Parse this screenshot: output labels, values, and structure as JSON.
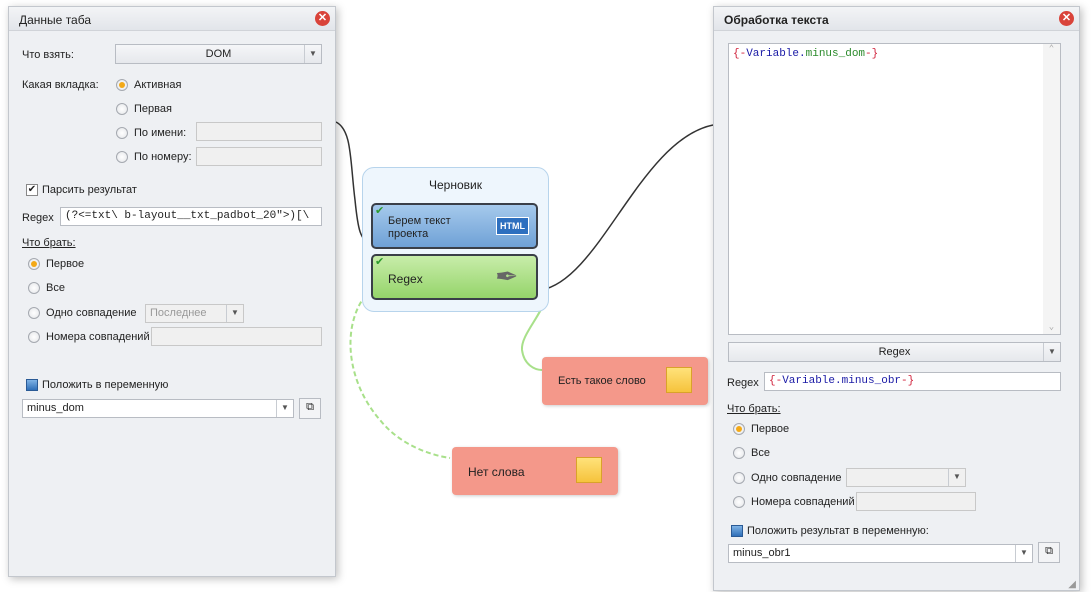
{
  "left_panel": {
    "title": "Данные таба",
    "what_take_label": "Что взять:",
    "what_take_value": "DOM",
    "which_tab_label": "Какая вкладка:",
    "tab_options": [
      "Активная",
      "Первая",
      "По имени:",
      "По номеру:"
    ],
    "parse_label": "Парсить результат",
    "regex_label": "Regex",
    "regex_value": "(?<=txt\\ b-layout__txt_padbot_20\">)[\\",
    "what_get_label": "Что брать:",
    "get_options": [
      "Первое",
      "Все",
      "Одно совпадение",
      "Номера совпадений"
    ],
    "one_match_value": "Последнее",
    "save_var_label": "Положить в переменную",
    "var_value": "minus_dom"
  },
  "canvas": {
    "group_title": "Черновик",
    "node1": "Берем текст проекта",
    "node1_badge": "HTML",
    "node2": "Regex",
    "node3": "Есть такое слово",
    "node4": "Нет слова"
  },
  "right_panel": {
    "title": "Обработка текста",
    "text_value": {
      "open": "{-",
      "var": "Variable.",
      "name": "minus_dom",
      "close": "-}"
    },
    "mode_value": "Regex",
    "regex_label": "Regex",
    "regex_value": {
      "open": "{-",
      "var": "Variable.",
      "name": "minus_obr",
      "close": "-}"
    },
    "what_get_label": "Что брать:",
    "get_options": [
      "Первое",
      "Все",
      "Одно совпадение",
      "Номера совпадений"
    ],
    "save_var_label": "Положить результат в переменную:",
    "var_value": "minus_obr1"
  }
}
